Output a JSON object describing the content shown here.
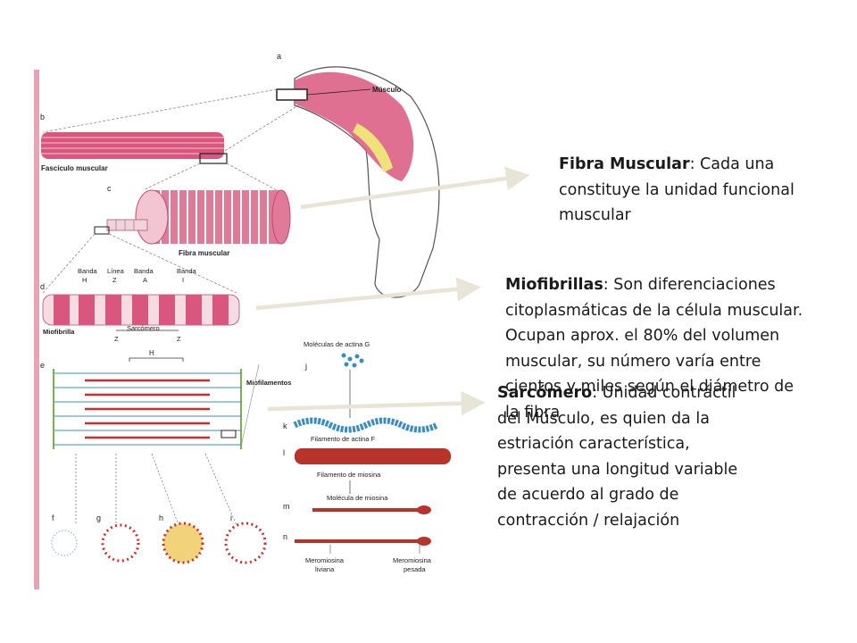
{
  "figure": {
    "panel_letters": [
      "a",
      "b",
      "c",
      "d",
      "e",
      "f",
      "g",
      "h",
      "i",
      "j",
      "k",
      "l",
      "m",
      "n"
    ],
    "labels": {
      "musculo": "Músculo",
      "fasciculo": "Fascículo muscular",
      "fibra": "Fibra muscular",
      "banda_h": "Banda",
      "banda_h2": "H",
      "linea_z": "Línea",
      "linea_z2": "Z",
      "banda_a": "Banda",
      "banda_a2": "A",
      "banda_i": "Banda",
      "banda_i2": "I",
      "z1": "Z",
      "z2": "Z",
      "sarcomero": "Sarcómero",
      "miofibrilla": "Miofibrilla",
      "h_top": "H",
      "miofilamentos": "Miofilamentos",
      "actina_g": "Moléculas de actina G",
      "actina_f": "Filamento de actina F",
      "miosina_fil": "Filamento de miosina",
      "miosina_mol": "Molécula de miosina",
      "mero_liv_1": "Meromiosina",
      "mero_liv_2": "liviana",
      "mero_pes_1": "Meromiosina",
      "mero_pes_2": "pesada"
    }
  },
  "texts": {
    "fibra": {
      "title": "Fibra Muscular",
      "body": ": Cada una constituye la unidad funcional muscular"
    },
    "miofibrillas": {
      "title": "Miofibrillas",
      "body": ": Son diferenciaciones citoplasmáticas de la célula muscular. Ocupan aprox. el 80% del volumen muscular, su número varía entre cientos y miles según el diámetro de la fibra"
    },
    "sarcomero": {
      "title": "Sarcómero",
      "body": ": Unidad contráctil del Músculo, es quien da la estriación característica, presenta una longitud variable de acuerdo al grado de contracción / relajación"
    }
  },
  "colors": {
    "muscle_pink": "#d9577f",
    "arrow": "#e8e4d6",
    "actin_blue": "#3a8cc4",
    "myosin_red": "#c9302c"
  }
}
